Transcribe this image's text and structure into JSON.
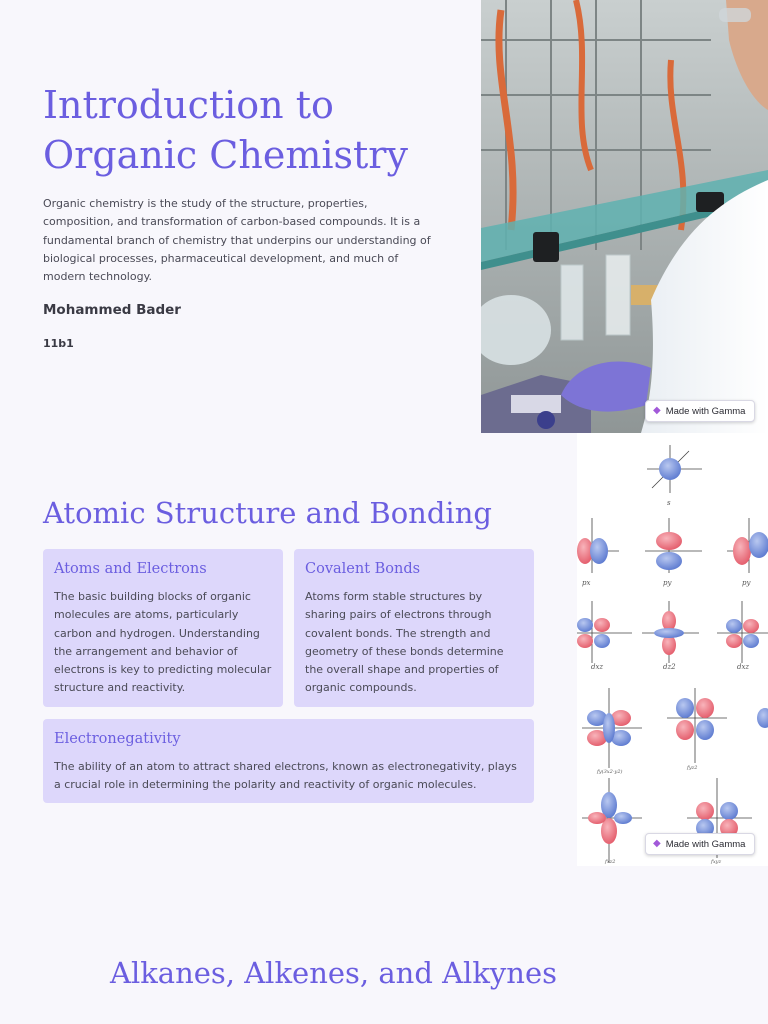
{
  "slide1": {
    "title": "Introduction to Organic Chemistry",
    "intro": "Organic chemistry is the study of the structure, properties, composition, and transformation of carbon-based compounds. It is a fundamental branch of chemistry that underpins our understanding of biological processes, pharmaceutical development, and much of modern technology.",
    "author": "Mohammed Bader",
    "class": "11b1",
    "badge": "Made with Gamma"
  },
  "slide2": {
    "title": "Atomic Structure and Bonding",
    "cards": [
      {
        "heading": "Atoms and Electrons",
        "body": "The basic building blocks of organic molecules are atoms, particularly carbon and hydrogen. Understanding the arrangement and behavior of electrons is key to predicting molecular structure and reactivity."
      },
      {
        "heading": "Covalent Bonds",
        "body": "Atoms form stable structures by sharing pairs of electrons through covalent bonds. The strength and geometry of these bonds determine the overall shape and properties of organic compounds."
      },
      {
        "heading": "Electronegativity",
        "body": "The ability of an atom to attract shared electrons, known as electronegativity, plays a crucial role in determining the polarity and reactivity of organic molecules."
      }
    ],
    "badge": "Made with Gamma",
    "orbital_labels": [
      "s",
      "px",
      "py",
      "py",
      "dxz",
      "dz2",
      "dxz",
      "fy(3x2-y2)",
      "fyz2",
      "fxz2",
      "fxyz"
    ]
  },
  "slide3": {
    "title": "Alkanes, Alkenes, and Alkynes"
  },
  "colors": {
    "accent": "#6b5ee0",
    "card": "#ddd7fb",
    "background": "#f8f7fc",
    "orbital_red": "#ea6b78",
    "orbital_blue": "#6a86d6"
  }
}
